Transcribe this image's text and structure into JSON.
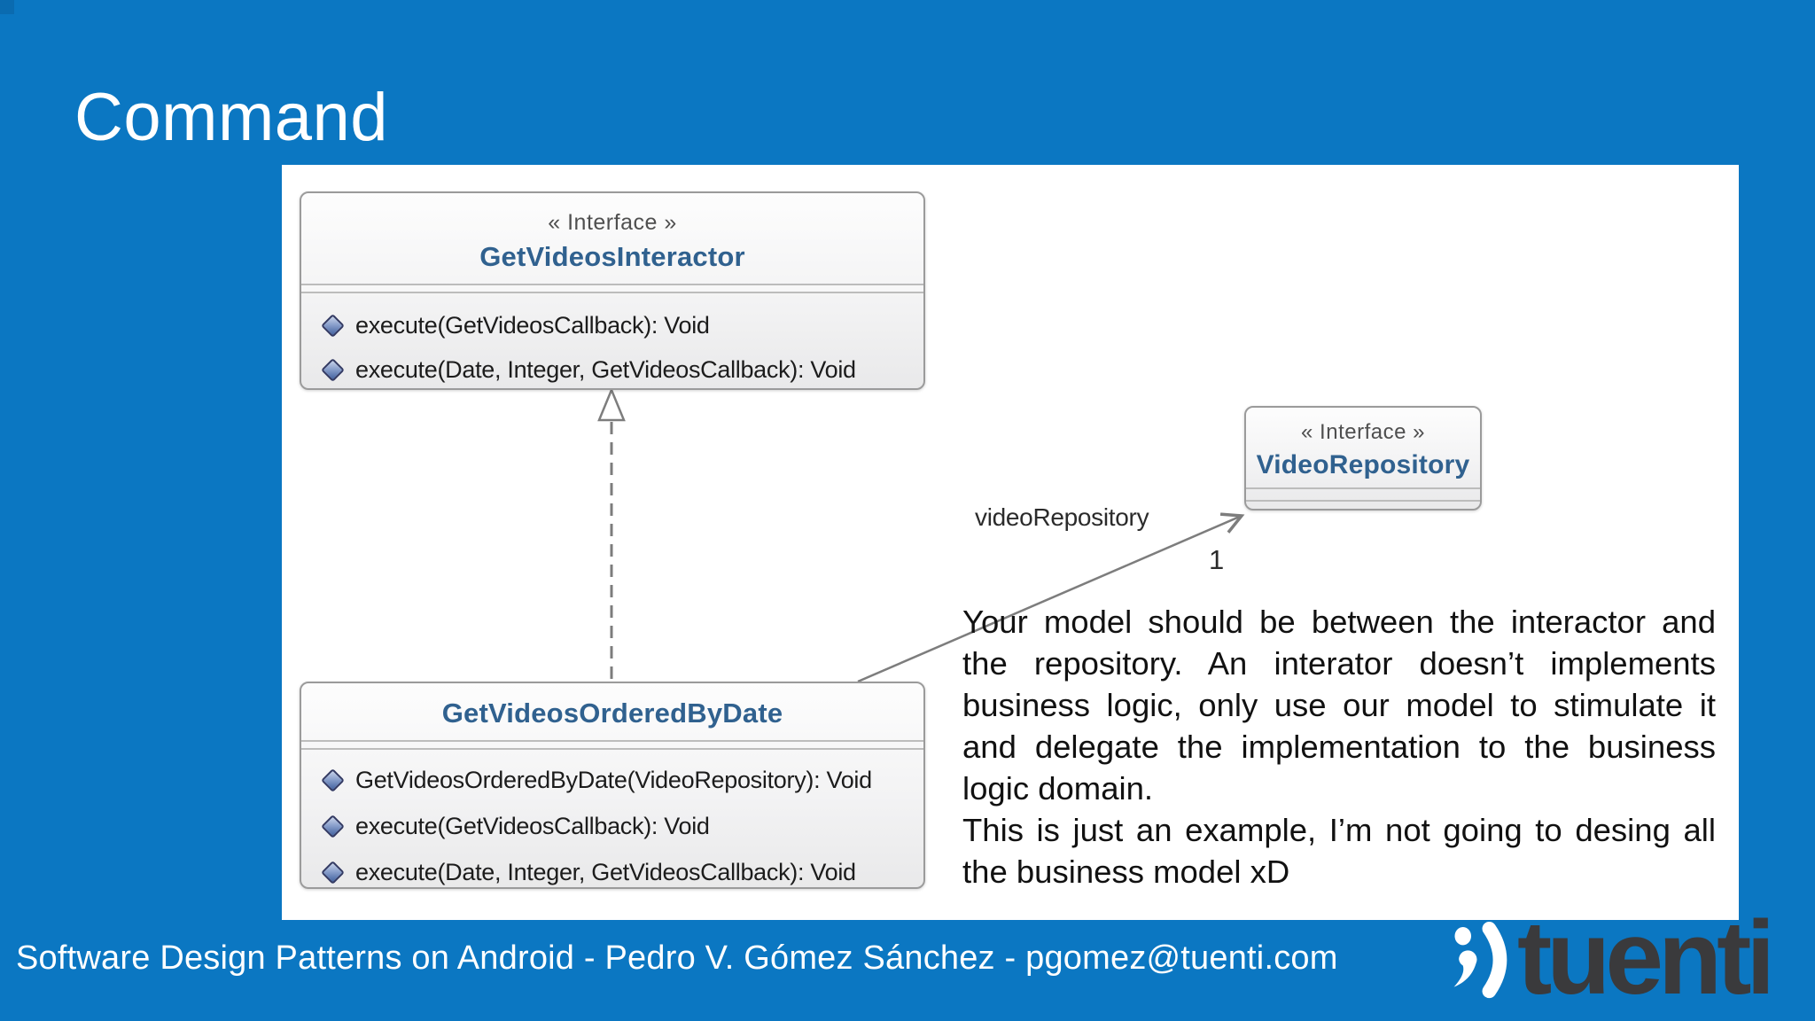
{
  "slide": {
    "title": "Command",
    "footer_text": "Software Design Patterns on Android - Pedro V. Gómez Sánchez - pgomez@tuenti.com",
    "brand_wordmark": "tuenti"
  },
  "colors": {
    "background": "#0b77c2",
    "corner_accent": "#0a6bb0",
    "panel": "#ffffff",
    "box_border": "#9b9b9b",
    "box_title_text": "#30618f",
    "stereotype_text": "#4f4f4f",
    "method_text": "#1c1c1c",
    "connector_gray": "#7d7d7d",
    "wordmark_text": "#3a3a3c"
  },
  "diagram": {
    "interactor": {
      "stereotype": "« Interface »",
      "name": "GetVideosInteractor",
      "methods": [
        "execute(GetVideosCallback): Void",
        "execute(Date, Integer, GetVideosCallback): Void"
      ]
    },
    "repository": {
      "stereotype": "« Interface »",
      "name": "VideoRepository"
    },
    "implementation": {
      "name": "GetVideosOrderedByDate",
      "methods": [
        "GetVideosOrderedByDate(VideoRepository): Void",
        "execute(GetVideosCallback): Void",
        "execute(Date, Integer, GetVideosCallback): Void"
      ]
    },
    "association": {
      "label": "videoRepository",
      "multiplicity": "1"
    }
  },
  "annotation": {
    "para1": "Your model should be between the interactor and the repository. An interator doesn’t implements business logic, only use our model to stimulate it and delegate the implementation to the business logic domain.",
    "para2": "This is just an example, I’m not going to desing all the business model xD"
  }
}
